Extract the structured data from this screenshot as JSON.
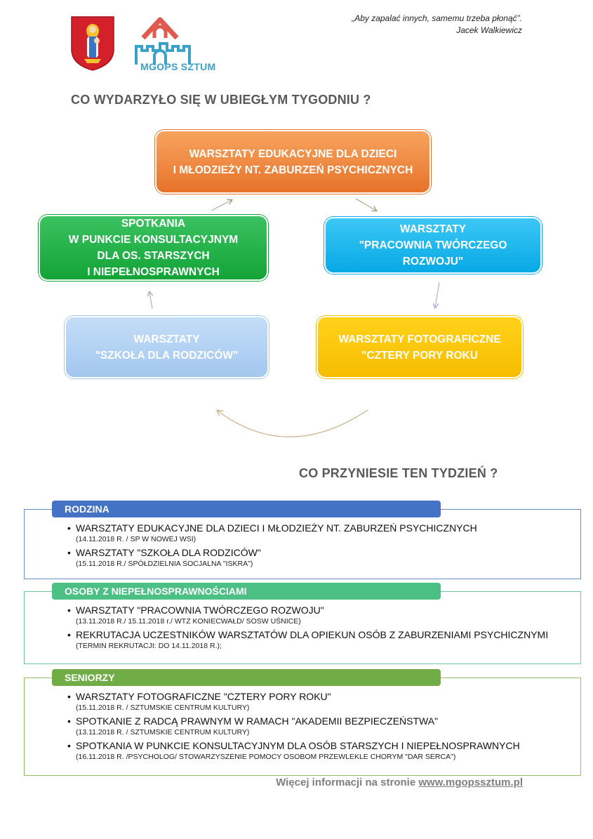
{
  "header": {
    "quote_line1": "„Aby zapalać innych, samemu trzeba płonąć”.",
    "quote_line2": "Jacek Walkiewicz",
    "logo_text": "MGOPS SZTUM"
  },
  "title_past": "CO WYDARZYŁO SIĘ W UBIEGŁYM TYGODNIU ?",
  "cycle": {
    "box_top": "WARSZTATY EDUKACYJNE DLA DZIECI\nI MŁODZIEŻY NT. ZABURZEŃ PSYCHICZNYCH",
    "box_right": "WARSZTATY\n\"PRACOWNIA TWÓRCZEGO\nROZWOJU\"",
    "box_bottom_right": "WARSZTATY FOTOGRAFICZNE\n\"CZTERY PORY ROKU",
    "box_bottom_left": "WARSZTATY\n\"SZKOŁA DLA RODZICÓW\"",
    "box_left": "SPOTKANIA\nW PUNKCIE KONSULTACYJNYM\nDLA OS. STARSZYCH\nI NIEPEŁNOSPRAWNYCH"
  },
  "title_next": "CO PRZYNIESIE TEN TYDZIEŃ ?",
  "sections": [
    {
      "header": "RODZINA",
      "color": "#4472c4",
      "border": "#6a8fc7",
      "items": [
        {
          "main": "WARSZTATY EDUKACYJNE DLA DZIECI I MŁODZIEŻY NT. ZABURZEŃ PSYCHICZNYCH",
          "sub": "(14.11.2018 R. / SP W NOWEJ WSI)"
        },
        {
          "main": "WARSZTATY \"SZKOŁA DLA RODZICÓW\"",
          "sub": "(15.11.2018 R./ SPÓŁDZIELNIA SOCJALNA \"ISKRA\")"
        }
      ]
    },
    {
      "header": "OSOBY Z NIEPEŁNOSPRAWNOŚCIAMI",
      "color": "#4bbf84",
      "border": "#6fc99b",
      "items": [
        {
          "main": "WARSZTATY \"PRACOWNIA TWÓRCZEGO ROZWOJU\"",
          "sub": "(13.11.2018 R./ 15.11.2018 r./ WTZ KONIECWAŁD/ SOSW UŚNICE)"
        },
        {
          "main": "REKRUTACJA UCZESTNIKÓW WARSZTATÓW DLA OPIEKUN OSÓB Z ZABURZENIAMI PSYCHICZNYMI",
          "sub": "(TERMIN REKRUTACJI: DO 14.11.2018 R.);"
        }
      ]
    },
    {
      "header": "SENIORZY",
      "color": "#70ad47",
      "border": "#8fc068",
      "items": [
        {
          "main": "WARSZTATY FOTOGRAFICZNE \"CZTERY PORY ROKU\"",
          "sub": "(15.11.2018 R. / SZTUMSKIE CENTRUM KULTURY)"
        },
        {
          "main": "SPOTKANIE Z RADCĄ PRAWNYM W RAMACH \"AKADEMII BEZPIECZEŃSTWA\"",
          "sub": "(13.11.2018 R. / SZTUMSKIE CENTRUM KULTURY)"
        },
        {
          "main": "SPOTKANIA W PUNKCIE KONSULTACYJNYM DLA OSÓB STARSZYCH I NIEPEŁNOSPRAWNYCH",
          "sub": "(16.11.2018 R. /PSYCHOLOG/ STOWARZYSZENIE POMOCY OSOBOM PRZEWLEKLE CHORYM \"DAR SERCA\")"
        }
      ]
    }
  ],
  "footer": {
    "text": "Więcej informacji na stronie ",
    "link": "www.mgopssztum.pl"
  }
}
